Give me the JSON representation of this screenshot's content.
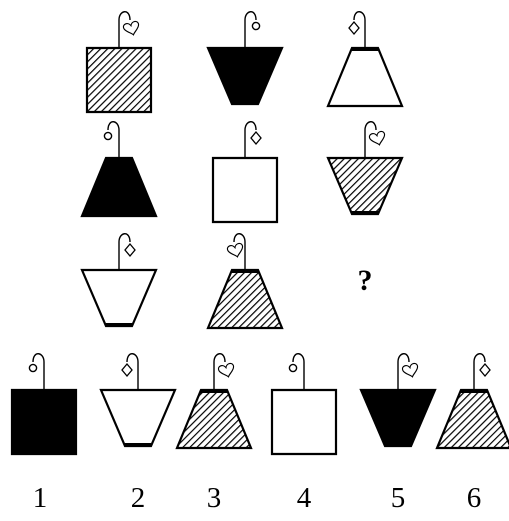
{
  "colors": {
    "ink": "#000000",
    "paper": "#ffffff",
    "hatch": "#000000"
  },
  "puzzle": {
    "grid": [
      [
        {
          "shape": "square",
          "fill": "hatched",
          "charm": "heart",
          "charm_side": "right"
        },
        {
          "shape": "inverted-trapezoid",
          "fill": "black",
          "charm": "circle",
          "charm_side": "right"
        },
        {
          "shape": "trapezoid",
          "fill": "white",
          "charm": "diamond",
          "charm_side": "left"
        }
      ],
      [
        {
          "shape": "trapezoid",
          "fill": "black",
          "charm": "circle",
          "charm_side": "left"
        },
        {
          "shape": "square",
          "fill": "white",
          "charm": "diamond",
          "charm_side": "right"
        },
        {
          "shape": "inverted-trapezoid",
          "fill": "hatched",
          "charm": "heart",
          "charm_side": "right"
        }
      ],
      [
        {
          "shape": "inverted-trapezoid",
          "fill": "white",
          "charm": "diamond",
          "charm_side": "right"
        },
        {
          "shape": "trapezoid",
          "fill": "hatched",
          "charm": "heart",
          "charm_side": "left"
        },
        {
          "shape": "missing",
          "mark": "?"
        }
      ]
    ],
    "options": [
      {
        "label": "1",
        "shape": "square",
        "fill": "black",
        "charm": "circle",
        "charm_side": "left"
      },
      {
        "label": "2",
        "shape": "inverted-trapezoid",
        "fill": "white",
        "charm": "diamond",
        "charm_side": "left"
      },
      {
        "label": "3",
        "shape": "trapezoid",
        "fill": "hatched",
        "charm": "heart",
        "charm_side": "right"
      },
      {
        "label": "4",
        "shape": "square",
        "fill": "white",
        "charm": "circle",
        "charm_side": "left"
      },
      {
        "label": "5",
        "shape": "inverted-trapezoid",
        "fill": "black",
        "charm": "heart",
        "charm_side": "right"
      },
      {
        "label": "6",
        "shape": "trapezoid",
        "fill": "hatched",
        "charm": "diamond",
        "charm_side": "right"
      }
    ]
  }
}
